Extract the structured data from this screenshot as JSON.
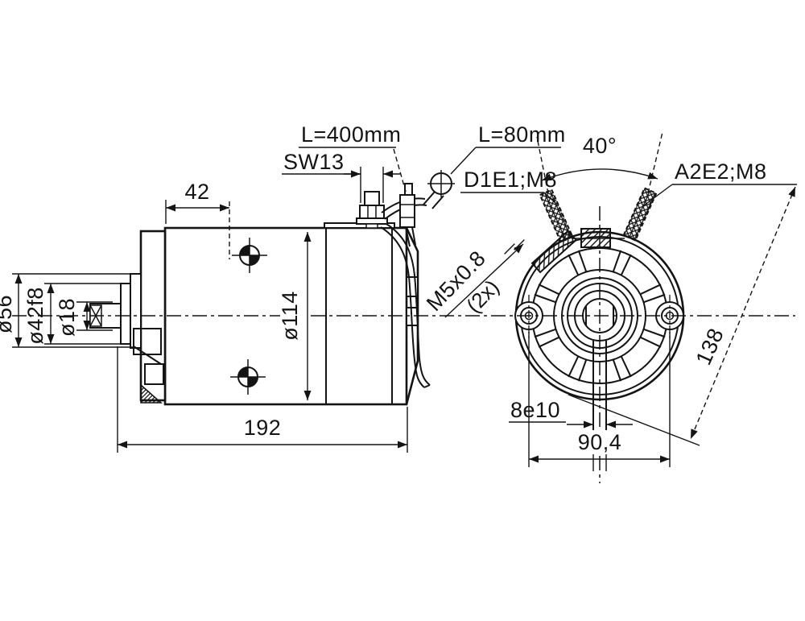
{
  "drawing": {
    "type": "engineering-drawing",
    "views": [
      "side-view",
      "front-view"
    ],
    "labels": {
      "cable_long": "L=400mm",
      "cable_short": "L=80mm",
      "wrench": "SW13",
      "dim_42": "42",
      "angle_40": "40°",
      "terminal_d": "D1E1;M8",
      "terminal_a": "A2E2;M8",
      "dia_56": "ø56",
      "dia_42f8": "ø42f8",
      "dia_18": "ø18",
      "dia_114": "ø114",
      "thread_m5": "M5x0.8",
      "thread_m5_qty": "(2x)",
      "dim_138": "138",
      "key_8e10": "8e10",
      "dim_90_4": "90,4",
      "dim_192": "192"
    },
    "colors": {
      "line": "#141414",
      "background": "#ffffff"
    }
  }
}
